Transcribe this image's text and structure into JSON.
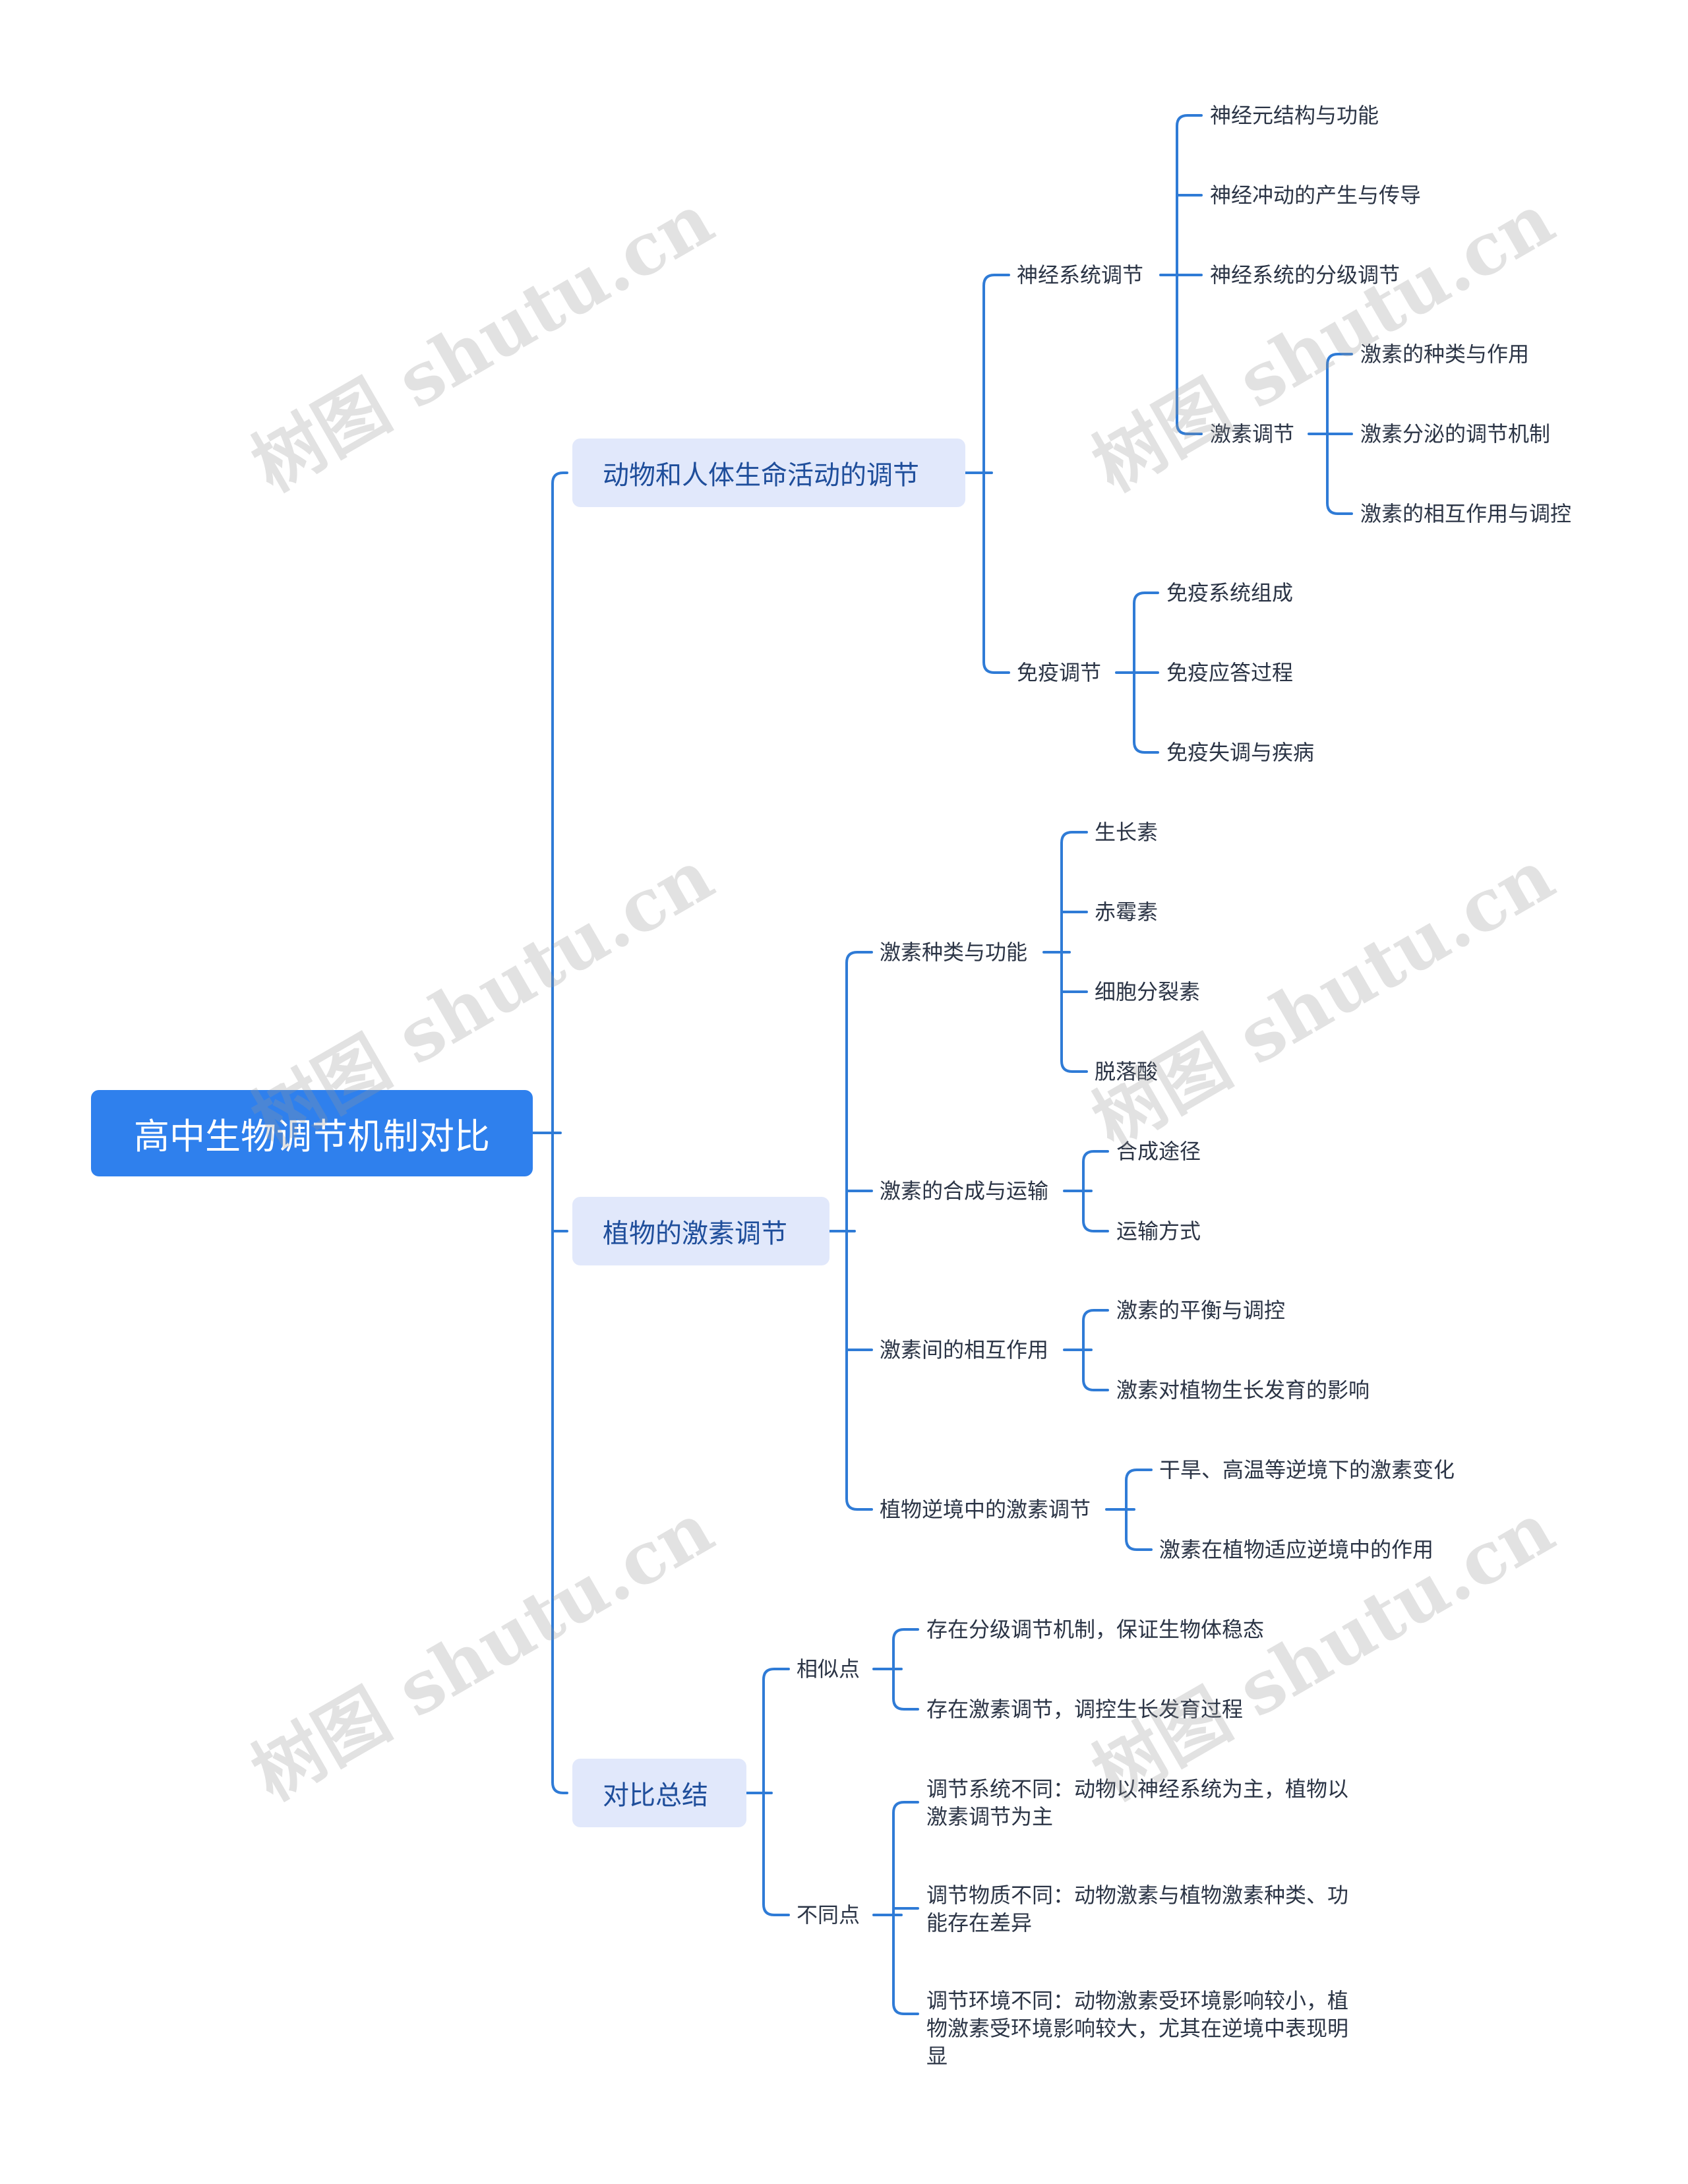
{
  "root": "高中生物调节机制对比",
  "branch_animal": {
    "title": "动物和人体生命活动的调节",
    "nervous": {
      "title": "神经系统调节",
      "items": [
        "神经元结构与功能",
        "神经冲动的产生与传导",
        "神经系统的分级调节"
      ],
      "hormone": {
        "title": "激素调节",
        "items": [
          "激素的种类与作用",
          "激素分泌的调节机制",
          "激素的相互作用与调控"
        ]
      }
    },
    "immune": {
      "title": "免疫调节",
      "items": [
        "免疫系统组成",
        "免疫应答过程",
        "免疫失调与疾病"
      ]
    }
  },
  "branch_plant": {
    "title": "植物的激素调节",
    "types": {
      "title": "激素种类与功能",
      "items": [
        "生长素",
        "赤霉素",
        "细胞分裂素",
        "脱落酸"
      ]
    },
    "synthesis": {
      "title": "激素的合成与运输",
      "items": [
        "合成途径",
        "运输方式"
      ]
    },
    "interaction": {
      "title": "激素间的相互作用",
      "items": [
        "激素的平衡与调控",
        "激素对植物生长发育的影响"
      ]
    },
    "stress": {
      "title": "植物逆境中的激素调节",
      "items": [
        "干旱、高温等逆境下的激素变化",
        "激素在植物适应逆境中的作用"
      ]
    }
  },
  "branch_summary": {
    "title": "对比总结",
    "similar": {
      "title": "相似点",
      "items": [
        "存在分级调节机制，保证生物体稳态",
        "存在激素调节，调控生长发育过程"
      ]
    },
    "different": {
      "title": "不同点",
      "items": [
        "调节系统不同：动物以神经系统为主，植物以激素调节为主",
        "调节物质不同：动物激素与植物激素种类、功能存在差异",
        "调节环境不同：动物激素受环境影响较小，植物激素受环境影响较大，尤其在逆境中表现明显"
      ]
    }
  },
  "watermark": "树图 shutu.cn",
  "colors": {
    "line": "#2f7bd6",
    "root_bg": "#2f80ed",
    "branch_bg": "#e1e8fb",
    "branch_text": "#1f4e9b",
    "text": "#2b3445"
  }
}
